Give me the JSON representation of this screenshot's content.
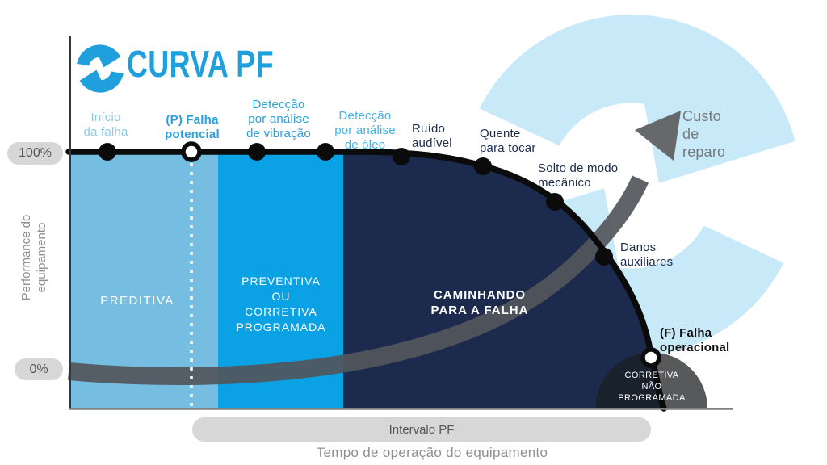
{
  "title": "CURVA PF",
  "axes": {
    "y_label": "Performance do\nequipamento",
    "x_label": "Tempo de operação do equipamento",
    "tick_top": "100%",
    "tick_bottom": "0%",
    "interval_label": "Intervalo PF"
  },
  "stages": [
    {
      "label": "Início\nda falha",
      "color": "#8FC9E8",
      "marker": "filled-dot"
    },
    {
      "label": "(P) Falha\npotencial",
      "color": "#2B9FDC",
      "marker": "open-dot",
      "bold": true
    },
    {
      "label": "Detecção\npor análise\nde vibração",
      "color": "#29A0DE",
      "marker": "filled-dot"
    },
    {
      "label": "Detecção\npor análise\nde óleo",
      "color": "#41B3E9",
      "marker": "filled-dot"
    },
    {
      "label": "Ruído\naudível",
      "color": "#1C2A4D",
      "marker": "filled-dot"
    },
    {
      "label": "Quente\npara tocar",
      "color": "#1C2A4D",
      "marker": "filled-dot"
    },
    {
      "label": "Solto de modo\nmecânico",
      "color": "#1C2A4D",
      "marker": "filled-dot"
    },
    {
      "label": "Danos\nauxiliares",
      "color": "#1C2A4D",
      "marker": "filled-dot"
    },
    {
      "label": "(F) Falha\noperacional",
      "color": "#111111",
      "marker": "open-dot",
      "bold": true
    }
  ],
  "zones": [
    {
      "label": "PREDITIVA",
      "color": "#76BDE2"
    },
    {
      "label": "PREVENTIVA\nOU\nCORRETIVA\nPROGRAMADA",
      "color": "#0AA2E4"
    },
    {
      "label": "CAMINHANDO\nPARA A FALHA",
      "color": "#1C2A4D"
    },
    {
      "label": "CORRETIVA\nNÃO\nPROGRAMADA",
      "color": "#58595B"
    }
  ],
  "cost_arrow": {
    "label": "Custo\nde\nreparo",
    "color": "#76787B"
  },
  "colors": {
    "brand_blue": "#1FA0DC",
    "watermark_blue": "#C8E9F8",
    "zone_preditiva": "#76BDE2",
    "zone_preventiva": "#0AA2E4",
    "zone_navy": "#1C2A4D",
    "zone_corretiva_gray": "#58595B",
    "zone_corretiva_dark": "#19212D",
    "curve_black": "#0B0B0B",
    "cost_band_gray": "#53565B",
    "arrow_head_gray": "#66686B",
    "pill_gray": "#D7D7D7",
    "pill_text": "#55565A",
    "axis_text_gray": "#8D8F91"
  },
  "chart_data": {
    "type": "line",
    "title": "CURVA PF",
    "xlabel": "Tempo de operação do equipamento",
    "ylabel": "Performance do equipamento",
    "yticks": [
      "100%",
      "0%"
    ],
    "series": [
      {
        "name": "Performance do equipamento",
        "points_time_vs_pct": [
          [
            0,
            100
          ],
          [
            18,
            100
          ],
          [
            39,
            100
          ],
          [
            50,
            98
          ],
          [
            62,
            96
          ],
          [
            73,
            81
          ],
          [
            81,
            59
          ],
          [
            88,
            18
          ],
          [
            91,
            0
          ]
        ]
      },
      {
        "name": "Custo de reparo",
        "shape": "rising arrow from 0% at start of operation to high cost at failure"
      }
    ],
    "events": [
      "Início da falha",
      "(P) Falha potencial",
      "Detecção por análise de vibração",
      "Detecção por análise de óleo",
      "Ruído audível",
      "Quente para tocar",
      "Solto de modo mecânico",
      "Danos auxiliares",
      "(F) Falha operacional"
    ],
    "annotations": [
      "Intervalo PF spans from point P to point F"
    ],
    "legend_position": "none",
    "grid": false
  }
}
